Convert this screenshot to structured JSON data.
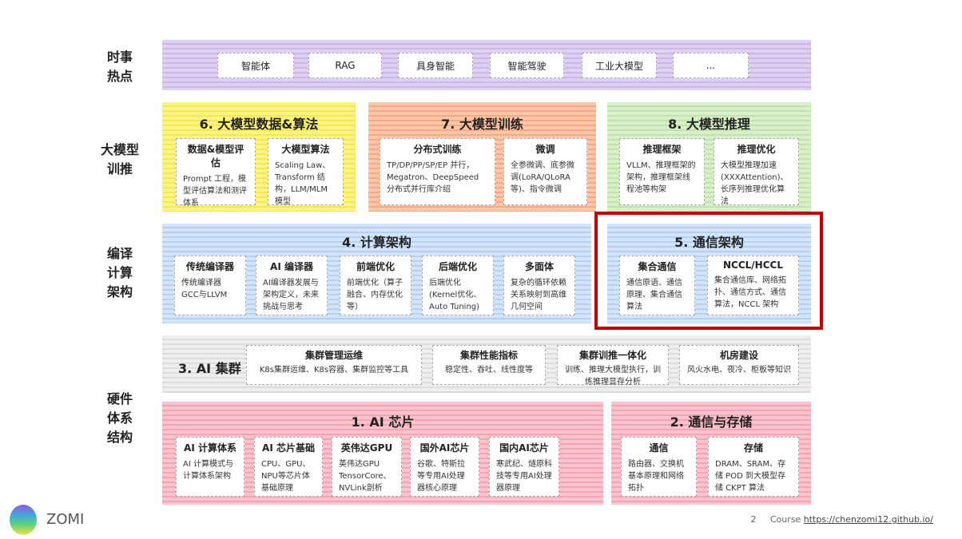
{
  "row_labels": {
    "hot": [
      "时事",
      "热点"
    ],
    "llm": [
      "大模型",
      "训推"
    ],
    "compile": [
      "编译",
      "计算",
      "架构"
    ],
    "hardware": [
      "硬件",
      "体系",
      "结构"
    ]
  },
  "hot_topics": [
    "智能体",
    "RAG",
    "具身智能",
    "智能驾驶",
    "工业大模型",
    "..."
  ],
  "panels": {
    "p6": {
      "title": "6. 大模型数据&算法",
      "cards": [
        {
          "h": "数据&模型评估",
          "b": "Prompt 工程，模型评估算法和测评体系"
        },
        {
          "h": "大模型算法",
          "b": "Scaling Law、Transform 结构，LLM/MLM 模型"
        }
      ]
    },
    "p7": {
      "title": "7. 大模型训练",
      "cards": [
        {
          "h": "分布式训练",
          "b": "TP/DP/PP/SP/EP 并行，Megatron、DeepSpeed 分布式并行库介绍"
        },
        {
          "h": "微调",
          "b": "全参微调、底参微调(LoRA/QLoRA等)、指令微调"
        }
      ]
    },
    "p8": {
      "title": "8. 大模型推理",
      "cards": [
        {
          "h": "推理框架",
          "b": "VLLM、推理框架的架构，推理框架线程池等构架"
        },
        {
          "h": "推理优化",
          "b": "大模型推理加速(XXXAttention)、长序列推理优化算法"
        }
      ]
    },
    "p4": {
      "title": "4. 计算架构",
      "cards": [
        {
          "h": "传统编译器",
          "b": "传统编译器 GCC与LLVM"
        },
        {
          "h": "AI 编译器",
          "b": "AI编译器发展与架构定义，未来挑战与思考"
        },
        {
          "h": "前端优化",
          "b": "前端优化（算子融合、内存优化等）"
        },
        {
          "h": "后端优化",
          "b": "后端优化(Kernel优化、Auto Tuning)"
        },
        {
          "h": "多面体",
          "b": "复杂的循环依赖关系映射到高维几何空间"
        }
      ]
    },
    "p5": {
      "title": "5. 通信架构",
      "cards": [
        {
          "h": "集合通信",
          "b": "通信原语、通信原理、集合通信算法"
        },
        {
          "h": "NCCL/HCCL",
          "b": "集合通信库、网络拓扑、通信方式、通信算法，NCCL 架构"
        }
      ]
    },
    "p3": {
      "title": "3. AI 集群",
      "cards": [
        {
          "h": "集群管理运维",
          "b": "K8s集群运维、K8s容器、集群监控等工具"
        },
        {
          "h": "集群性能指标",
          "b": "稳定性、吞吐、线性度等"
        },
        {
          "h": "集群训推一体化",
          "b": "训练、推理大模型执行，训练推理显存分析"
        },
        {
          "h": "机房建设",
          "b": "风火水电、夜冷、柜板等知识"
        }
      ]
    },
    "p1": {
      "title": "1. AI 芯片",
      "cards": [
        {
          "h": "AI 计算体系",
          "b": "AI 计算模式与计算体系架构"
        },
        {
          "h": "AI 芯片基础",
          "b": "CPU、GPU、NPU等芯片体基础原理"
        },
        {
          "h": "英伟达GPU",
          "b": "英伟达GPU TensorCore、NVLink剖析"
        },
        {
          "h": "国外AI芯片",
          "b": "谷歌、特斯拉等专用AI处理器核心原理"
        },
        {
          "h": "国内AI芯片",
          "b": "寒武纪、燧原科技等专用AI处理器原理"
        }
      ]
    },
    "p2": {
      "title": "2. 通信与存储",
      "cards": [
        {
          "h": "通信",
          "b": "路由器、交换机基本原理和网络拓扑"
        },
        {
          "h": "存储",
          "b": "DRAM、SRAM、存储 POD 到大模型存储 CKPT 算法"
        }
      ]
    }
  },
  "footer": {
    "logo_text": "ZOMI",
    "page": "2",
    "course_label": "Course",
    "course_link": "https://chenzomi12.github.io/"
  },
  "colors": {
    "highlight": "#c00000"
  }
}
